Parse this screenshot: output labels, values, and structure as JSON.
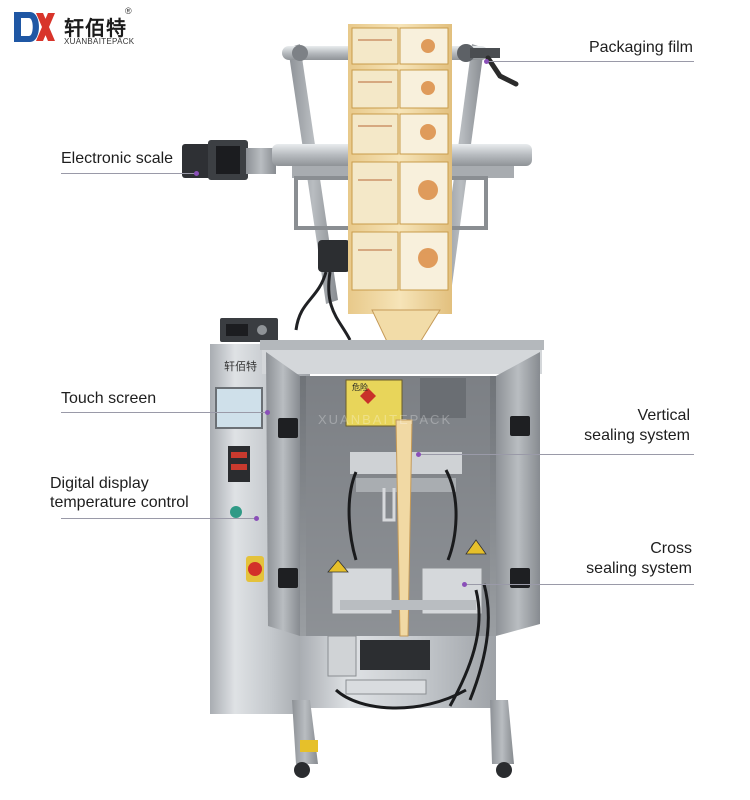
{
  "brand": {
    "name_cn": "轩佰特",
    "name_en": "XUANBAITEPACK",
    "registered_mark": "®",
    "logo_icon": "xbt-logo-icon",
    "colors": {
      "blue": "#1f57a4",
      "red": "#d8342a"
    }
  },
  "annotations": {
    "packaging_film": "Packaging film",
    "electronic_scale": "Electronic scale",
    "touch_screen": "Touch screen",
    "temperature_line1": "Digital display",
    "temperature_line2": "temperature control",
    "vertical_line1": "Vertical",
    "vertical_line2": "sealing system",
    "cross_line1": "Cross",
    "cross_line2": "sealing system"
  },
  "machine": {
    "cabinet_text": "轩佰特",
    "warning_title": "危险",
    "watermark": "XUANBAITEPACK"
  },
  "colors": {
    "steel": "#c9ccd0",
    "film": "#f1d9a4",
    "guide_line": "#9a9aa8",
    "pointer_dot": "#8a4fb8"
  }
}
